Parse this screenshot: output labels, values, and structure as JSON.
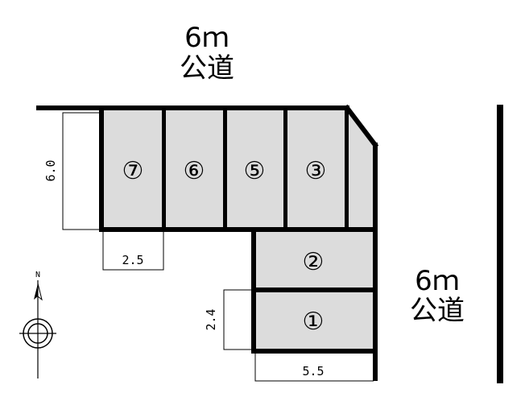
{
  "road_top": {
    "width": "6ｍ",
    "name": "公道"
  },
  "road_right": {
    "width": "6ｍ",
    "name": "公道"
  },
  "stalls": [
    {
      "number": "⑦"
    },
    {
      "number": "⑥"
    },
    {
      "number": "⑤"
    },
    {
      "number": "③"
    },
    {
      "number": "②"
    },
    {
      "number": "①"
    }
  ],
  "dimensions": {
    "stall_depth": "6.0",
    "stall_width": "2.5",
    "side_stall_width": "2.4",
    "side_stall_length": "5.5"
  },
  "compass": {
    "north": "N"
  },
  "colors": {
    "stall_fill": "#dcdcdc",
    "line": "#000000"
  }
}
